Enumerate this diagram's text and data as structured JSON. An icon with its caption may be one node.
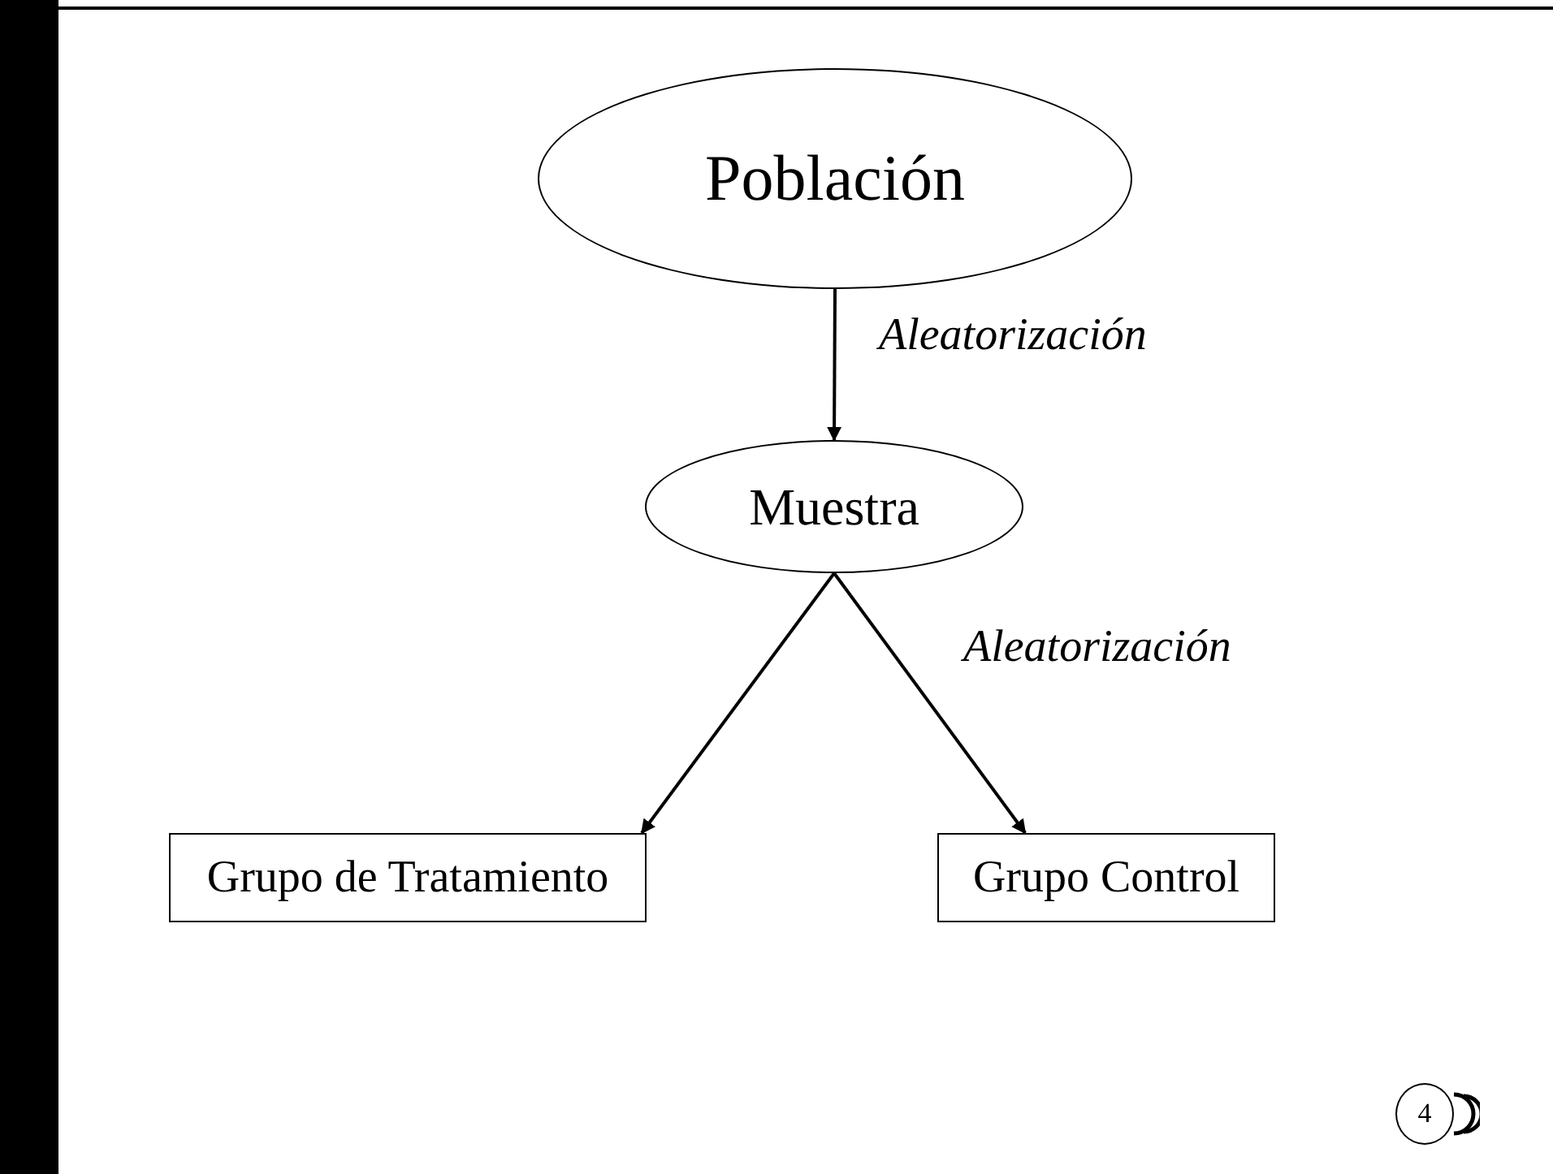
{
  "diagram": {
    "nodes": [
      {
        "text": [
          "Población"
        ]
      },
      {
        "text": [
          "Muestra"
        ]
      },
      {
        "text": [
          "Grupo de Tratamiento"
        ]
      },
      {
        "text": [
          "Grupo Control"
        ]
      }
    ],
    "edges": [
      {
        "from": 0,
        "to": 1,
        "arrow": "to",
        "label": "Aleatorización"
      },
      {
        "from": 1,
        "to": 2,
        "arrow": "to"
      },
      {
        "from": 1,
        "to": 3,
        "arrow": "to",
        "label": "Aleatorización"
      }
    ],
    "labels": [
      "4"
    ]
  }
}
